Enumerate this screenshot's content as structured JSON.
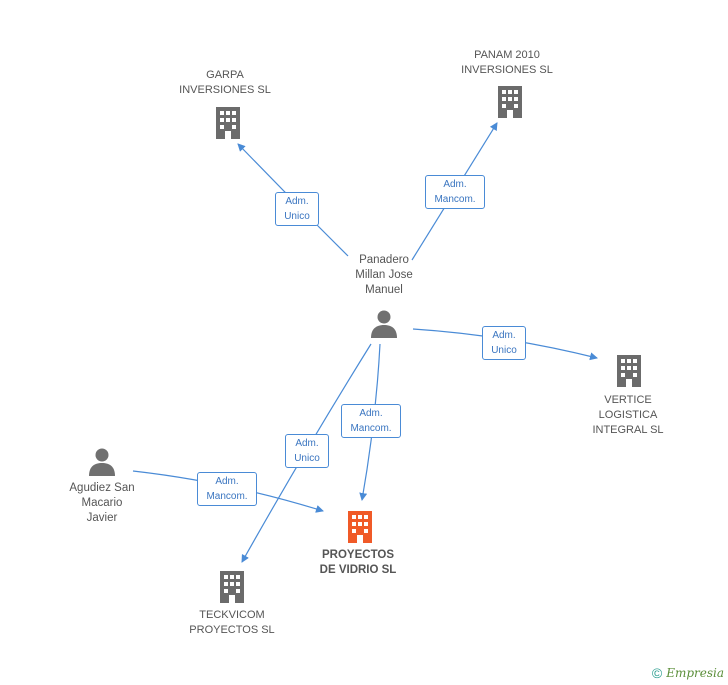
{
  "colors": {
    "edge": "#4a8bd6",
    "company": "#6b6b6b",
    "main_company": "#f05a28",
    "person": "#707070"
  },
  "nodes": {
    "garpa": {
      "label": "GARPA\nINVERSIONES SL",
      "icon": "building-icon"
    },
    "panam": {
      "label": "PANAM 2010\nINVERSIONES SL",
      "icon": "building-icon"
    },
    "vertice": {
      "label": "VERTICE\nLOGISTICA\nINTEGRAL SL",
      "icon": "building-icon"
    },
    "proyectos": {
      "label": "PROYECTOS\nDE VIDRIO SL",
      "icon": "building-icon"
    },
    "teckvicom": {
      "label": "TECKVICOM\nPROYECTOS SL",
      "icon": "building-icon"
    },
    "panadero": {
      "label": "Panadero\nMillan Jose\nManuel",
      "icon": "person-icon"
    },
    "agudiez": {
      "label": "Agudiez San\nMacario\nJavier",
      "icon": "person-icon"
    }
  },
  "edges": [
    {
      "id": "panadero-garpa",
      "label": "Adm.\nUnico"
    },
    {
      "id": "panadero-panam",
      "label": "Adm.\nMancom."
    },
    {
      "id": "panadero-vertice",
      "label": "Adm.\nUnico"
    },
    {
      "id": "panadero-proyectos",
      "label": "Adm.\nMancom."
    },
    {
      "id": "panadero-teckvicom",
      "label": "Adm.\nUnico"
    },
    {
      "id": "agudiez-proyectos",
      "label": "Adm.\nMancom."
    }
  ],
  "footer": {
    "copyright": "©",
    "brand": "Empresia"
  }
}
